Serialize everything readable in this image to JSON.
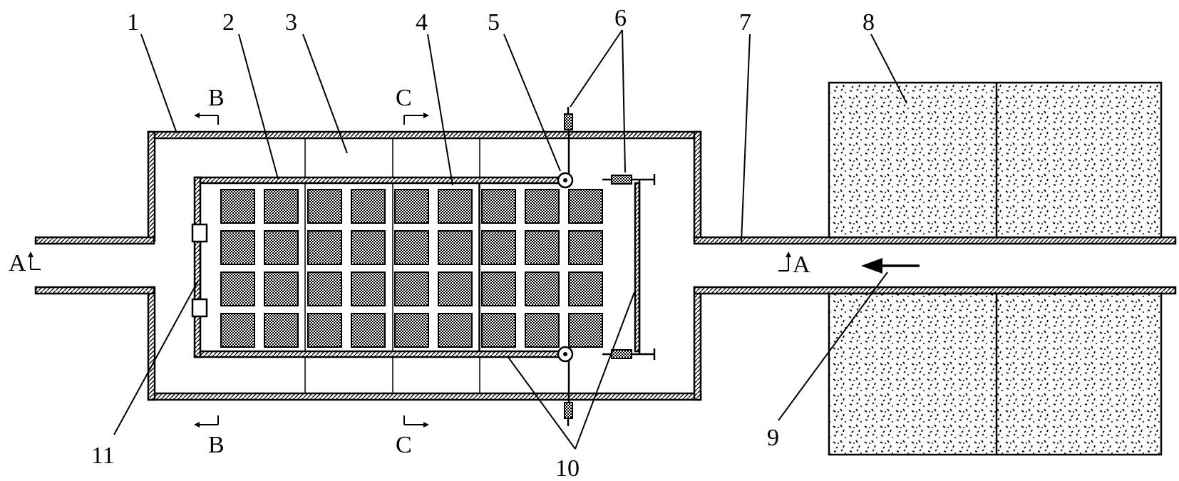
{
  "figure": {
    "labels": {
      "n1": "1",
      "n2": "2",
      "n3": "3",
      "n4": "4",
      "n5": "5",
      "n6": "6",
      "n7": "7",
      "n8": "8",
      "n9": "9",
      "n10": "10",
      "n11": "11"
    },
    "sections": {
      "b_top": "B",
      "b_bottom": "B",
      "c_top": "C",
      "c_bottom": "C",
      "a_left": "A",
      "a_right": "A"
    },
    "grid": {
      "rows": 4,
      "cols": 9
    },
    "colors": {
      "line": "#000000",
      "background": "#ffffff"
    }
  }
}
